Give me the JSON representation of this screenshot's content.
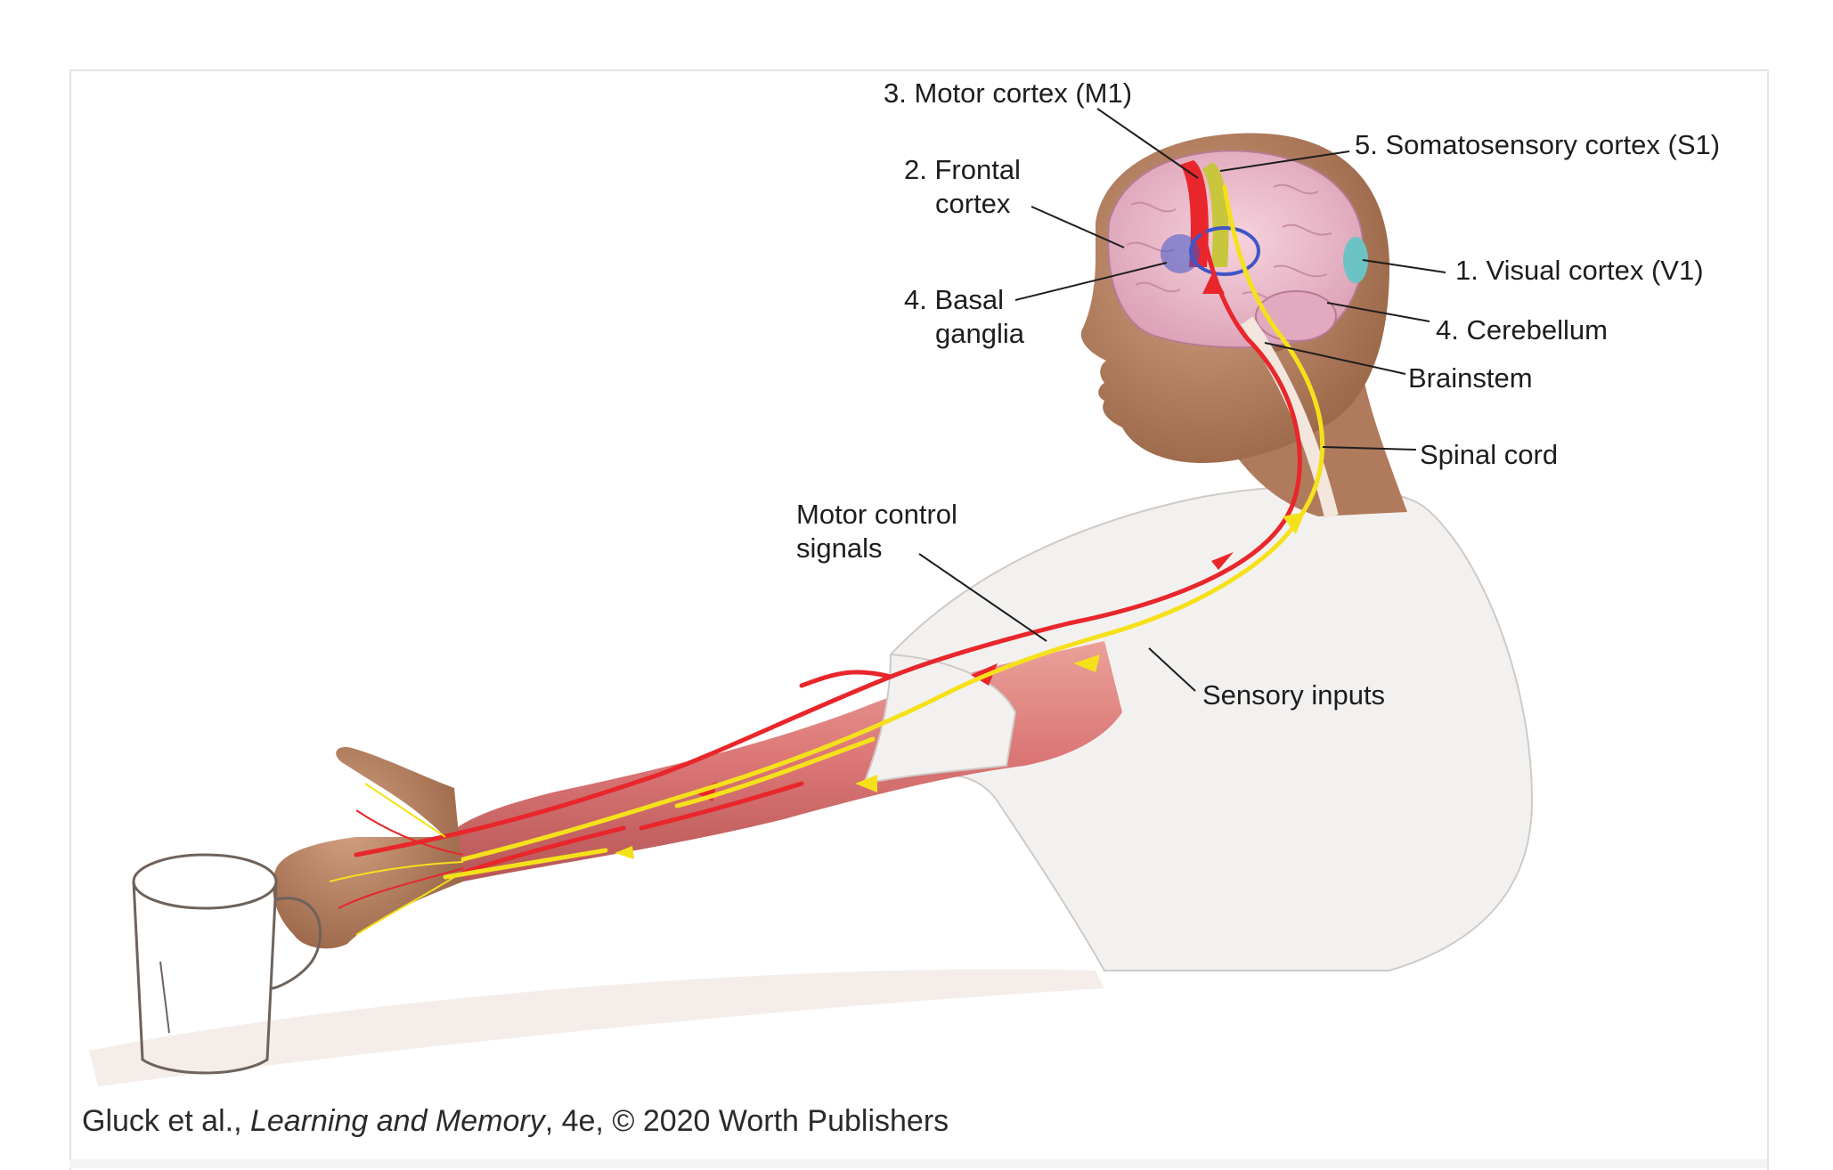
{
  "labels": {
    "motor_cortex": "3. Motor cortex (M1)",
    "somatosensory": "5. Somatosensory cortex (S1)",
    "frontal_line1": "2. Frontal",
    "frontal_line2": "cortex",
    "visual_cortex": "1. Visual cortex (V1)",
    "basal_line1": "4. Basal",
    "basal_line2": "ganglia",
    "cerebellum": "4. Cerebellum",
    "brainstem": "Brainstem",
    "spinal_cord": "Spinal cord",
    "motor_signals_line1": "Motor control",
    "motor_signals_line2": "signals",
    "sensory_inputs": "Sensory inputs"
  },
  "credit": {
    "authors": "Gluck et al., ",
    "title": "Learning and Memory",
    "rest": ", 4e, © 2020 Worth Publishers"
  },
  "colors": {
    "motor_pathway": "#e8262b",
    "sensory_pathway": "#f5e11b",
    "visual_cortex": "#6cc3c4",
    "basal_ganglia": "#3f55c8",
    "somatosensory": "#c9c93a",
    "skin": "#b7815f",
    "muscle": "#d97575",
    "shirt": "#f2f0ee"
  }
}
